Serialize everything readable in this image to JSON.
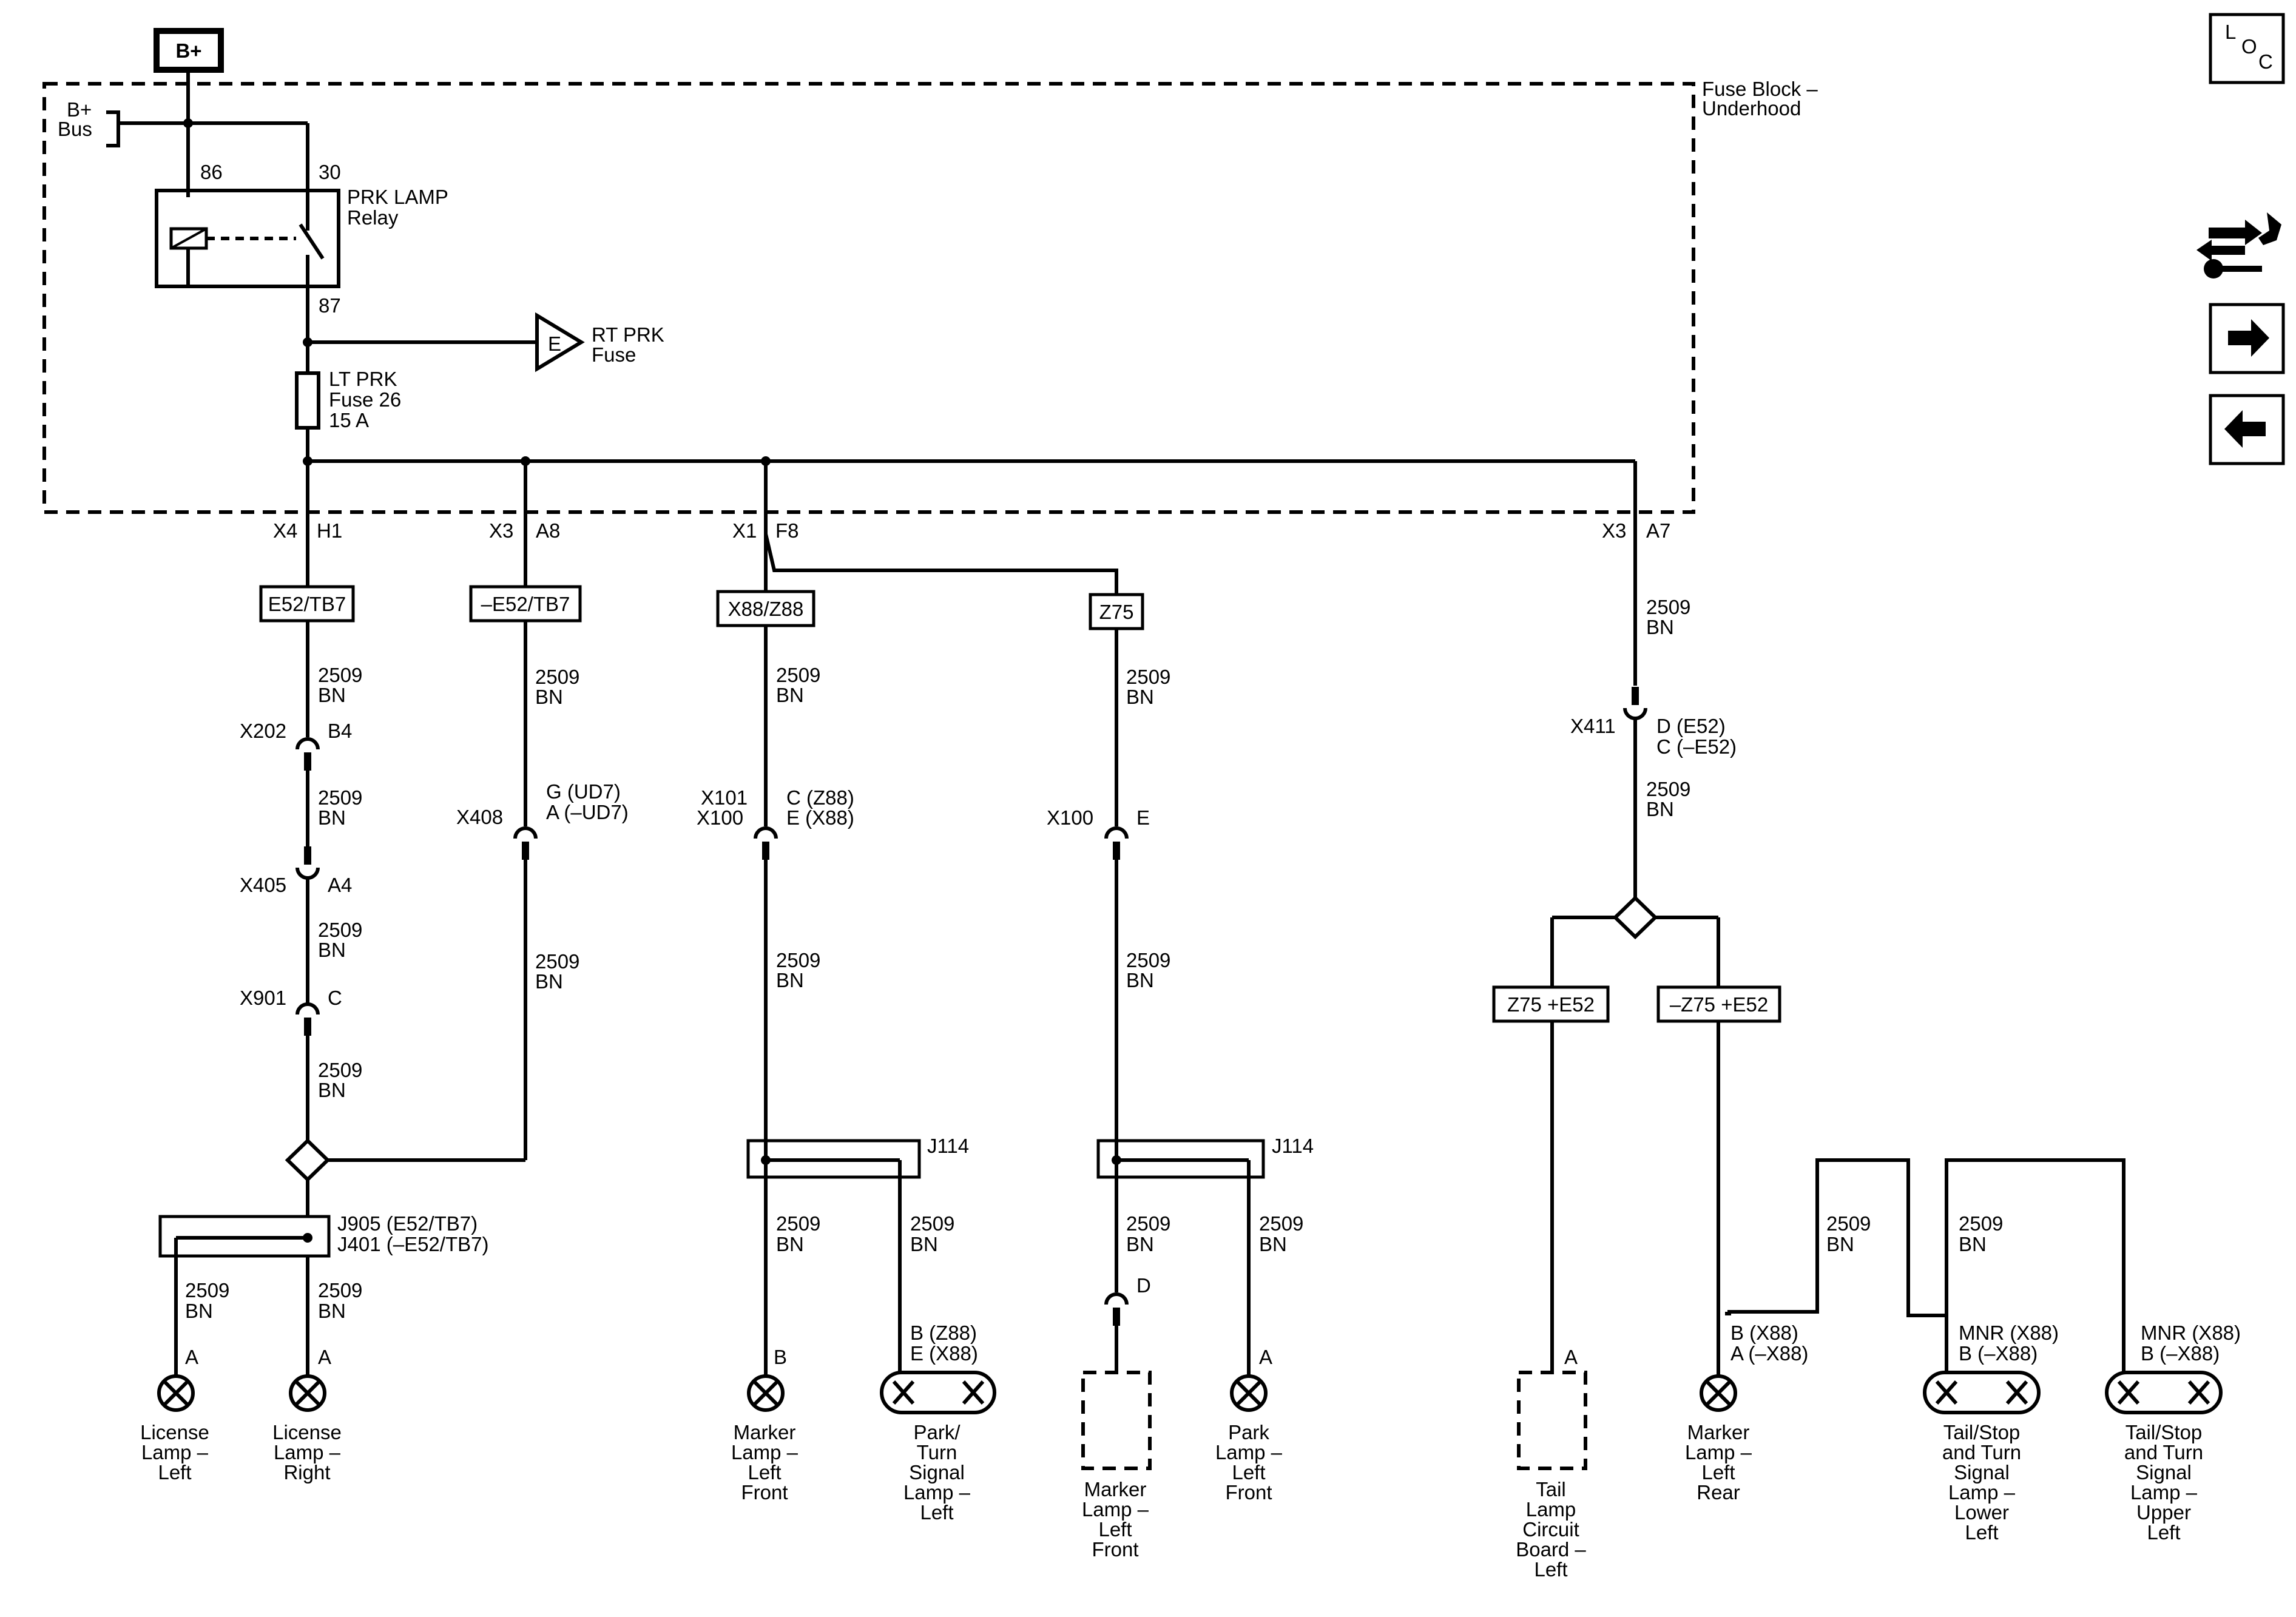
{
  "power": {
    "source": "B+",
    "bus_line1": "B+",
    "bus_line2": "Bus"
  },
  "fuse_block": {
    "line1": "Fuse Block –",
    "line2": "Underhood"
  },
  "relay": {
    "name_line1": "PRK LAMP",
    "name_line2": "Relay",
    "pin_86": "86",
    "pin_30": "30",
    "pin_87": "87"
  },
  "rt_prk": {
    "letter": "E",
    "line1": "RT PRK",
    "line2": "Fuse"
  },
  "lt_prk_fuse": {
    "line1": "LT PRK",
    "line2": "Fuse 26",
    "line3": "15 A"
  },
  "connectors": {
    "c1": {
      "conn": "X4",
      "pin": "H1"
    },
    "c2": {
      "conn": "X3",
      "pin": "A8"
    },
    "c3": {
      "conn": "X1",
      "pin": "F8"
    },
    "c4": {
      "conn": "X3",
      "pin": "A7"
    }
  },
  "options": {
    "o1": "E52/TB7",
    "o2": "–E52/TB7",
    "o3": "X88/Z88",
    "o4": "Z75",
    "o5": "Z75 +E52",
    "o6": "–Z75 +E52"
  },
  "wire": {
    "circuit": "2509",
    "color": "BN"
  },
  "inline": {
    "x202": {
      "name": "X202",
      "pin": "B4"
    },
    "x405": {
      "name": "X405",
      "pin": "A4"
    },
    "x901": {
      "name": "X901",
      "pin": "C"
    },
    "x408": {
      "name": "X408",
      "pin1": "G (UD7)",
      "pin2": "A (–UD7)"
    },
    "x101": {
      "name1": "X101",
      "name2": "X100",
      "pin1": "C (Z88)",
      "pin2": "E (X88)"
    },
    "x100": {
      "name": "X100",
      "pin": "E"
    },
    "x411": {
      "name": "X411",
      "pin1": "D (E52)",
      "pin2": "C (–E52)"
    },
    "d_conn": {
      "pin": "D"
    }
  },
  "splices": {
    "j905": {
      "line1": "J905 (E52/TB7)",
      "line2": "J401 (–E52/TB7)"
    },
    "j114a": "J114",
    "j114b": "J114"
  },
  "pins": {
    "lic_left": "A",
    "lic_right": "A",
    "mk_front": "B",
    "park_turn_1": "B (Z88)",
    "park_turn_2": "E (X88)",
    "park_front": "A",
    "tail_board": "A",
    "mk_rear_1": "B (X88)",
    "mk_rear_2": "A (–X88)",
    "tail_lower_1": "MNR (X88)",
    "tail_lower_2": "B (–X88)",
    "tail_upper_1": "MNR (X88)",
    "tail_upper_2": "B (–X88)"
  },
  "loads": {
    "license_left": [
      "License",
      "Lamp –",
      "Left"
    ],
    "license_right": [
      "License",
      "Lamp –",
      "Right"
    ],
    "marker_front": [
      "Marker",
      "Lamp –",
      "Left",
      "Front"
    ],
    "park_turn": [
      "Park/",
      "Turn",
      "Signal",
      "Lamp –",
      "Left"
    ],
    "marker_front_opt": [
      "Marker",
      "Lamp –",
      "Left",
      "Front"
    ],
    "park_front": [
      "Park",
      "Lamp –",
      "Left",
      "Front"
    ],
    "tail_board": [
      "Tail",
      "Lamp",
      "Circuit",
      "Board –",
      "Left"
    ],
    "marker_rear": [
      "Marker",
      "Lamp –",
      "Left",
      "Rear"
    ],
    "tail_lower": [
      "Tail/Stop",
      "and Turn",
      "Signal",
      "Lamp –",
      "Lower",
      "Left"
    ],
    "tail_upper": [
      "Tail/Stop",
      "and Turn",
      "Signal",
      "Lamp –",
      "Upper",
      "Left"
    ]
  },
  "nav": {
    "loc_l": "L",
    "loc_o": "O",
    "loc_c": "C"
  },
  "icons": {
    "navigation": [
      "loc-icon",
      "wrench-arrows-icon",
      "arrow-right-icon",
      "arrow-left-icon"
    ]
  }
}
